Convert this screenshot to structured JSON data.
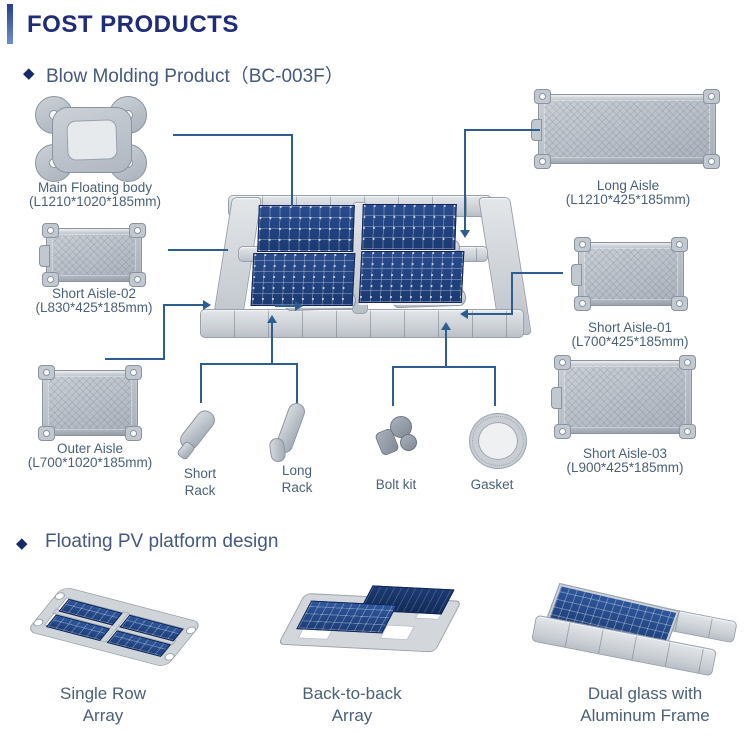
{
  "page": {
    "title": "FOST PRODUCTS"
  },
  "icons": {
    "diamond": "◆"
  },
  "sections": {
    "blow_molding": {
      "heading": "Blow Molding Product（BC-003F）"
    },
    "platform_design": {
      "heading": "Floating PV platform design"
    }
  },
  "components": {
    "main_floating_body": {
      "name": "Main Floating body",
      "dims": "(L1210*1020*185mm)"
    },
    "short_aisle_02": {
      "name": "Short Aisle-02",
      "dims": "(L830*425*185mm)"
    },
    "outer_aisle": {
      "name": "Outer Aisle",
      "dims": "(L700*1020*185mm)"
    },
    "long_aisle": {
      "name": "Long Aisle",
      "dims": "(L1210*425*185mm)"
    },
    "short_aisle_01": {
      "name": "Short Aisle-01",
      "dims": "(L700*425*185mm)"
    },
    "short_aisle_03": {
      "name": "Short Aisle-03",
      "dims": "(L900*425*185mm)"
    },
    "short_rack": {
      "line1": "Short",
      "line2": "Rack"
    },
    "long_rack": {
      "line1": "Long",
      "line2": "Rack"
    },
    "bolt_kit": {
      "name": "Bolt kit"
    },
    "gasket": {
      "name": "Gasket"
    }
  },
  "designs": [
    {
      "line1": "Single Row",
      "line2": "Array"
    },
    {
      "line1": "Back-to-back",
      "line2": "Array"
    },
    {
      "line1": "Dual glass with",
      "line2": "Aluminum Frame"
    }
  ],
  "colors": {
    "accent_navy": "#1f2c78",
    "heading_blue_gray": "#44597c",
    "label_blue_gray": "#4b6078",
    "connector_blue": "#2d5e92",
    "panel_blue": "#20417e",
    "pontoon_gray": "#cfd4d9"
  }
}
